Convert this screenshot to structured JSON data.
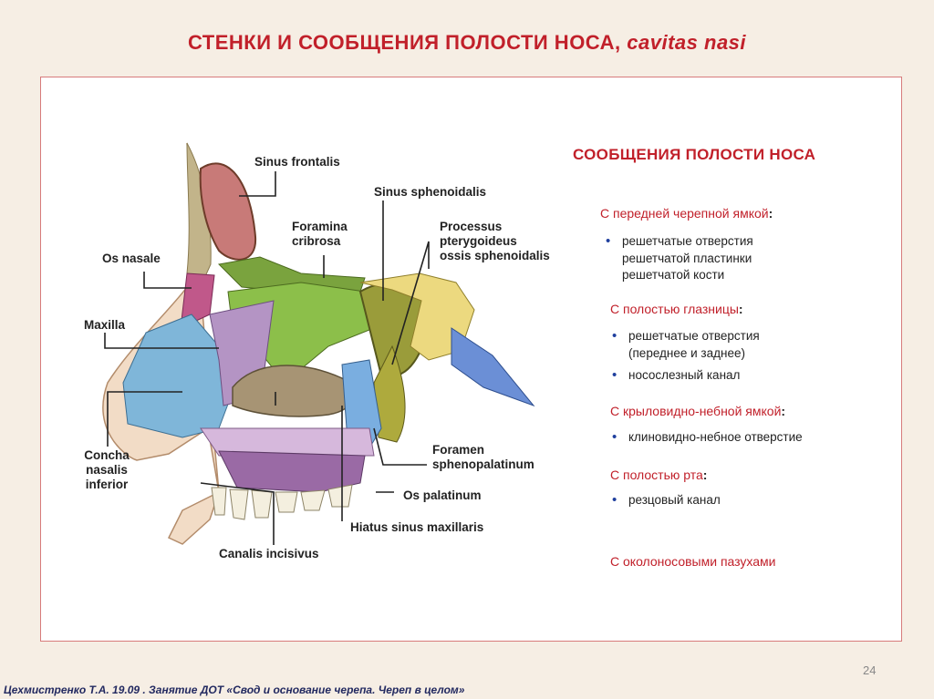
{
  "title": {
    "main": "СТЕНКИ  И  СООБЩЕНИЯ  ПОЛОСТИ  НОСА,",
    "latin": "cavitas nasi"
  },
  "diagram": {
    "labels": {
      "sinus_frontalis": "Sinus frontalis",
      "sinus_sphenoidalis": "Sinus sphenoidalis",
      "foramina_cribrosa": [
        "Foramina",
        "cribrosa"
      ],
      "processus_pterygoideus": [
        "Processus",
        "pterygoideus",
        "ossis sphenoidalis"
      ],
      "os_nasale": "Os nasale",
      "maxilla": "Maxilla",
      "concha_nasalis_inferior": [
        "Concha",
        "nasalis",
        "inferior"
      ],
      "foramen_sphenopalatinum": [
        "Foramen",
        "sphenopalatinum"
      ],
      "os_palatinum": "Os palatinum",
      "hiatus_sinus_maxillaris": "Hiatus sinus maxillaris",
      "canalis_incisivus": "Canalis incisivus"
    }
  },
  "panel": {
    "title": "СООБЩЕНИЯ  ПОЛОСТИ  НОСА",
    "sections": [
      {
        "heading": "С передней черепной ямкой",
        "items": [
          [
            "решетчатые отверстия",
            "решетчатой пластинки",
            "решетчатой кости"
          ]
        ]
      },
      {
        "heading": "С полостью глазницы",
        "items": [
          [
            "решетчатые отверстия",
            "(переднее и заднее)"
          ],
          [
            "носослезный канал"
          ]
        ]
      },
      {
        "heading": "С крыловидно-небной ямкой",
        "items": [
          [
            "клиновидно-небное отверстие"
          ]
        ]
      },
      {
        "heading": "С полостью рта",
        "items": [
          [
            "резцовый канал"
          ]
        ]
      },
      {
        "heading": "С  околоносовыми пазухами",
        "items": []
      }
    ],
    "colon": ":"
  },
  "page_number": "24",
  "footer": "Цехмистренко Т.А. 19.09 . Занятие ДОТ «Свод  и основание черепа. Череп в целом»",
  "colors": {
    "title_red": "#c1202a",
    "bullet_blue": "#1f3f9e",
    "frame_border": "#d77b7b",
    "background": "#f6eee4"
  }
}
